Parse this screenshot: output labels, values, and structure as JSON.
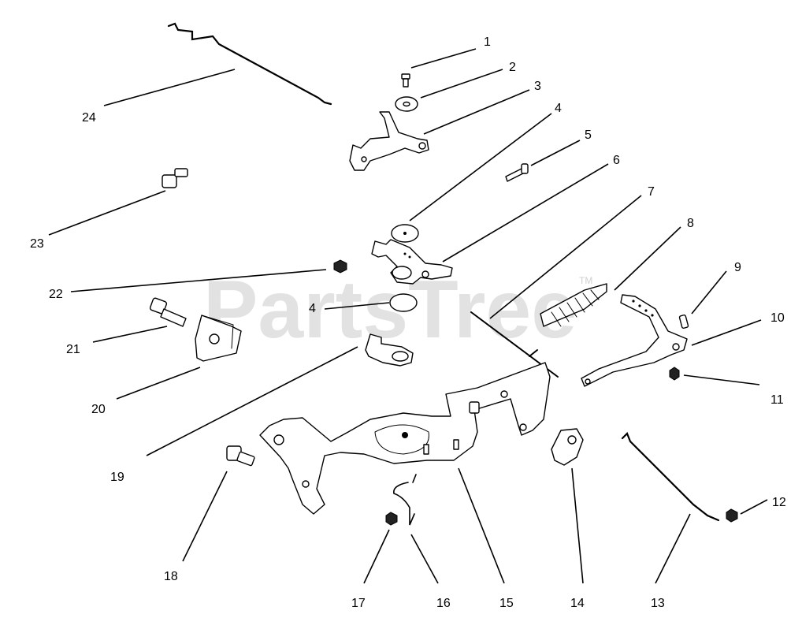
{
  "watermark": {
    "brand": "PartsTree",
    "trademark": "TM"
  },
  "callouts": [
    "1",
    "2",
    "3",
    "4",
    "5",
    "6",
    "7",
    "8",
    "9",
    "10",
    "11",
    "12",
    "13",
    "14",
    "15",
    "16",
    "17",
    "18",
    "19",
    "20",
    "21",
    "22",
    "23",
    "24"
  ],
  "callout_4_second": "4"
}
